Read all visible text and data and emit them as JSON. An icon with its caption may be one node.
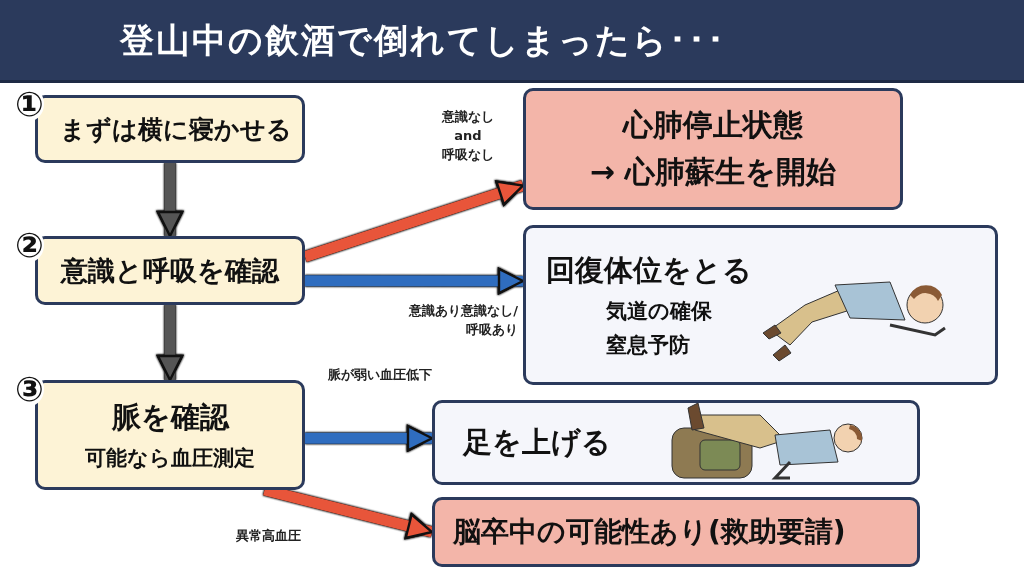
{
  "diagram": {
    "title": "登山中の飲酒で倒れてしまったら･･･",
    "nodes": [
      {
        "text": [
          "まずは横に寝かせる"
        ],
        "beside": [
          "①"
        ]
      },
      {
        "text": [
          "意識と呼吸を確認"
        ],
        "beside": [
          "②"
        ]
      },
      {
        "text": [
          "脈を確認",
          "可能なら血圧測定"
        ],
        "beside": [
          "③"
        ]
      },
      {
        "text": [
          "心肺停止状態",
          "→ **心肺蘇生**を開始"
        ]
      },
      {
        "text": [
          "回復体位をとる",
          "気道の確保",
          "窒息予防"
        ]
      },
      {
        "text": [
          "足を上げる"
        ]
      },
      {
        "text": [
          "**脳卒中**の可能性あり(**救助要請**)"
        ]
      }
    ],
    "edges": [
      {
        "from": 0,
        "to": 1,
        "arrow": "to"
      },
      {
        "from": 1,
        "to": 3,
        "arrow": "to",
        "label": "意識なし and 呼吸なし",
        "color": "#e8553a"
      },
      {
        "from": 1,
        "to": 4,
        "arrow": "to",
        "label": "意識あり意識なし/呼吸あり",
        "color": "#2f6dbf"
      },
      {
        "from": 1,
        "to": 2,
        "arrow": "to"
      },
      {
        "from": 2,
        "to": 5,
        "arrow": "to",
        "label": "脈が弱い血圧低下",
        "color": "#2f6dbf"
      },
      {
        "from": 2,
        "to": 6,
        "arrow": "to",
        "label": "異常高血圧",
        "color": "#e8553a"
      }
    ]
  }
}
